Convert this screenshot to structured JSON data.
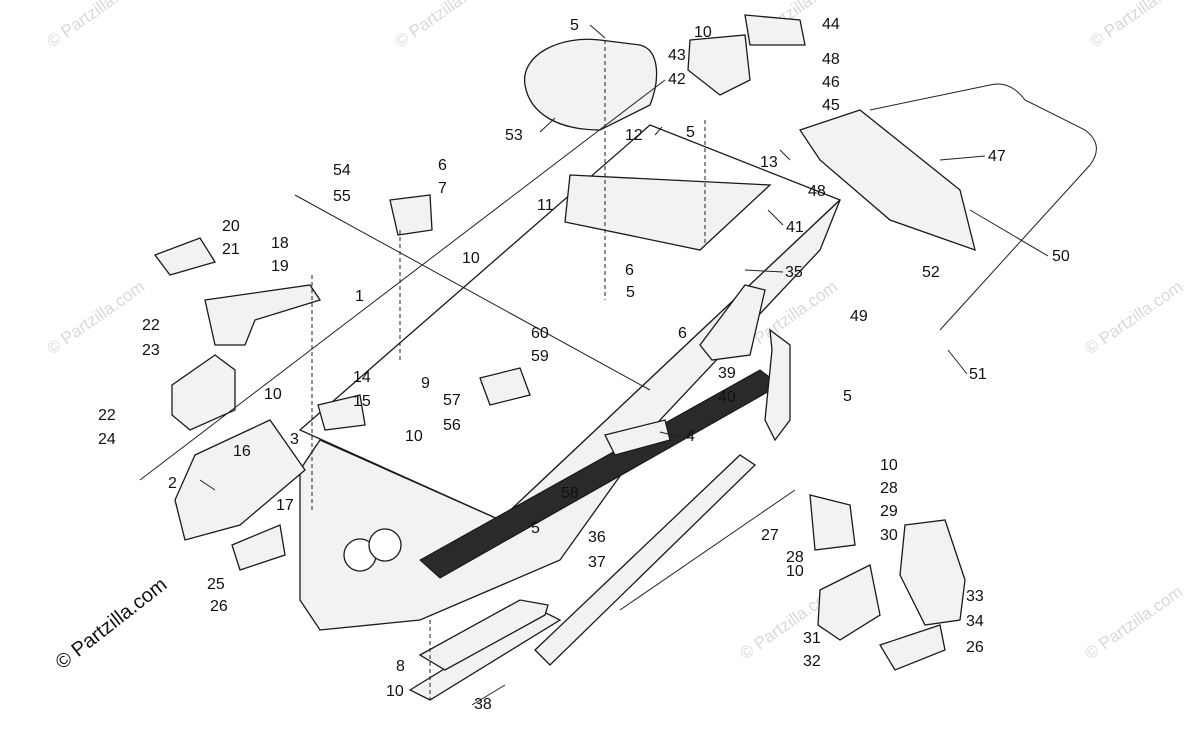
{
  "watermark": "© Partzilla.com",
  "credit": "© Partzilla.com",
  "callouts": [
    {
      "id": "1",
      "text": "1"
    },
    {
      "id": "2",
      "text": "2"
    },
    {
      "id": "3",
      "text": "3"
    },
    {
      "id": "4",
      "text": "4"
    },
    {
      "id": "5a",
      "text": "5"
    },
    {
      "id": "5b",
      "text": "5"
    },
    {
      "id": "5c",
      "text": "5"
    },
    {
      "id": "5d",
      "text": "5"
    },
    {
      "id": "5e",
      "text": "5"
    },
    {
      "id": "6a",
      "text": "6"
    },
    {
      "id": "6b",
      "text": "6"
    },
    {
      "id": "6c",
      "text": "6"
    },
    {
      "id": "7",
      "text": "7"
    },
    {
      "id": "8",
      "text": "8"
    },
    {
      "id": "9",
      "text": "9"
    },
    {
      "id": "10a",
      "text": "10"
    },
    {
      "id": "10b",
      "text": "10"
    },
    {
      "id": "10c",
      "text": "10"
    },
    {
      "id": "10d",
      "text": "10"
    },
    {
      "id": "10e",
      "text": "10"
    },
    {
      "id": "10f",
      "text": "10"
    },
    {
      "id": "10g",
      "text": "10"
    },
    {
      "id": "11",
      "text": "11"
    },
    {
      "id": "12",
      "text": "12"
    },
    {
      "id": "13",
      "text": "13"
    },
    {
      "id": "14",
      "text": "14"
    },
    {
      "id": "15",
      "text": "15"
    },
    {
      "id": "16",
      "text": "16"
    },
    {
      "id": "17",
      "text": "17"
    },
    {
      "id": "18",
      "text": "18"
    },
    {
      "id": "19",
      "text": "19"
    },
    {
      "id": "20",
      "text": "20"
    },
    {
      "id": "21",
      "text": "21"
    },
    {
      "id": "22a",
      "text": "22"
    },
    {
      "id": "22b",
      "text": "22"
    },
    {
      "id": "23",
      "text": "23"
    },
    {
      "id": "24",
      "text": "24"
    },
    {
      "id": "25",
      "text": "25"
    },
    {
      "id": "26a",
      "text": "26"
    },
    {
      "id": "26b",
      "text": "26"
    },
    {
      "id": "27",
      "text": "27"
    },
    {
      "id": "28a",
      "text": "28"
    },
    {
      "id": "28b",
      "text": "28"
    },
    {
      "id": "29",
      "text": "29"
    },
    {
      "id": "30",
      "text": "30"
    },
    {
      "id": "31",
      "text": "31"
    },
    {
      "id": "32",
      "text": "32"
    },
    {
      "id": "33",
      "text": "33"
    },
    {
      "id": "34",
      "text": "34"
    },
    {
      "id": "35",
      "text": "35"
    },
    {
      "id": "36",
      "text": "36"
    },
    {
      "id": "37",
      "text": "37"
    },
    {
      "id": "38",
      "text": "38"
    },
    {
      "id": "39",
      "text": "39"
    },
    {
      "id": "40",
      "text": "40"
    },
    {
      "id": "41",
      "text": "41"
    },
    {
      "id": "42",
      "text": "42"
    },
    {
      "id": "43",
      "text": "43"
    },
    {
      "id": "44",
      "text": "44"
    },
    {
      "id": "45",
      "text": "45"
    },
    {
      "id": "46",
      "text": "46"
    },
    {
      "id": "47",
      "text": "47"
    },
    {
      "id": "48a",
      "text": "48"
    },
    {
      "id": "48b",
      "text": "48"
    },
    {
      "id": "49",
      "text": "49"
    },
    {
      "id": "50",
      "text": "50"
    },
    {
      "id": "51",
      "text": "51"
    },
    {
      "id": "52",
      "text": "52"
    },
    {
      "id": "53",
      "text": "53"
    },
    {
      "id": "54",
      "text": "54"
    },
    {
      "id": "55",
      "text": "55"
    },
    {
      "id": "56",
      "text": "56"
    },
    {
      "id": "57",
      "text": "57"
    },
    {
      "id": "58",
      "text": "58"
    },
    {
      "id": "59",
      "text": "59"
    },
    {
      "id": "60",
      "text": "60"
    }
  ]
}
